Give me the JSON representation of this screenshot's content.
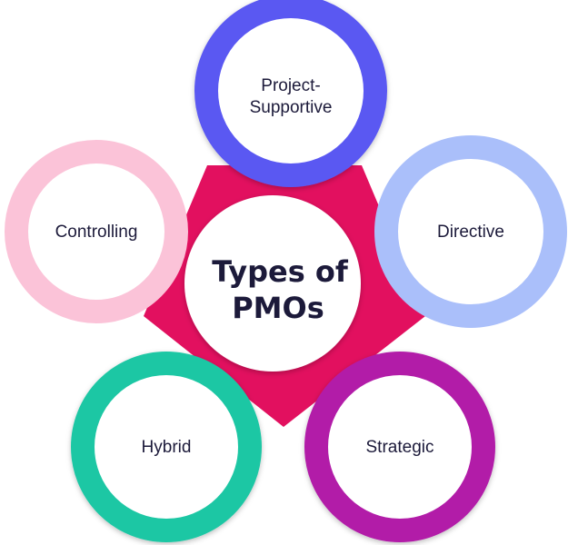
{
  "title": {
    "line1": "Types of",
    "line2": "PMOs"
  },
  "colors": {
    "pentagon": "#e2105f",
    "project_supportive": "#5a58f2",
    "directive": "#aabffa",
    "strategic": "#b21ca8",
    "hybrid": "#1dc7a4",
    "controlling": "#fbc3d8",
    "text": "#1c1a3a"
  },
  "types": [
    {
      "id": "project-supportive",
      "line1": "Project-",
      "line2": "Supportive"
    },
    {
      "id": "directive",
      "line1": "Directive"
    },
    {
      "id": "strategic",
      "line1": "Strategic"
    },
    {
      "id": "hybrid",
      "line1": "Hybrid"
    },
    {
      "id": "controlling",
      "line1": "Controlling"
    }
  ]
}
